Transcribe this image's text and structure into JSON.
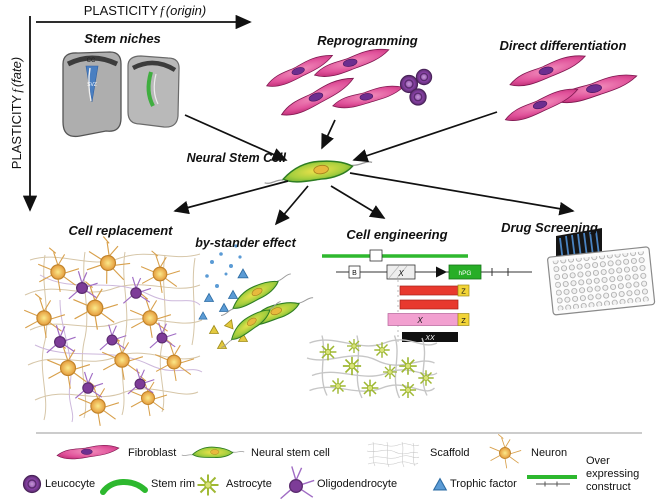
{
  "axes": {
    "x": {
      "pre": "PLASTICITY",
      "f": "f",
      "post": "(origin)"
    },
    "y": {
      "pre": "PLASTICITY",
      "f": "f",
      "post": "(fate)"
    }
  },
  "nodes": {
    "stem_niches": "Stem niches",
    "reprogramming": "Reprogramming",
    "direct_differentiation": "Direct differentiation",
    "neural_stem_cell": "Neural Stem Cell",
    "cell_replacement": "Cell replacement",
    "bystander_effect": "by-stander effect",
    "cell_engineering": "Cell engineering",
    "drug_screening": "Drug Screening"
  },
  "brain": {
    "cc": "CC",
    "svz": "SVZ"
  },
  "construct": {
    "box_b": "B",
    "box_x": "X",
    "box_hpg": "hPG",
    "z1": "Z",
    "bar3_label": "X",
    "z2": "Z",
    "bar4_label": "XX"
  },
  "legend": {
    "items": [
      {
        "label": "Fibroblast"
      },
      {
        "label": "Neural stem cell"
      },
      {
        "label": "Scaffold"
      },
      {
        "label": "Neuron"
      },
      {
        "label": "Leucocyte"
      },
      {
        "label": "Stem rim"
      },
      {
        "label": "Astrocyte"
      },
      {
        "label": "Oligodendrocyte"
      },
      {
        "label": "Trophic factor"
      },
      {
        "label": "Over expressing construct"
      }
    ]
  },
  "colors": {
    "fibroblast": "#d63a7e",
    "nsc_green": "#4f9e2f",
    "leucocyte": "#8e44ad",
    "neuron": "#e59b3c",
    "astrocyte": "#9fb832",
    "oligodendrocyte": "#7d3c98",
    "trophic_factor": "#5b9bd5",
    "stem_rim": "#2db82e",
    "arrow": "#111111"
  }
}
